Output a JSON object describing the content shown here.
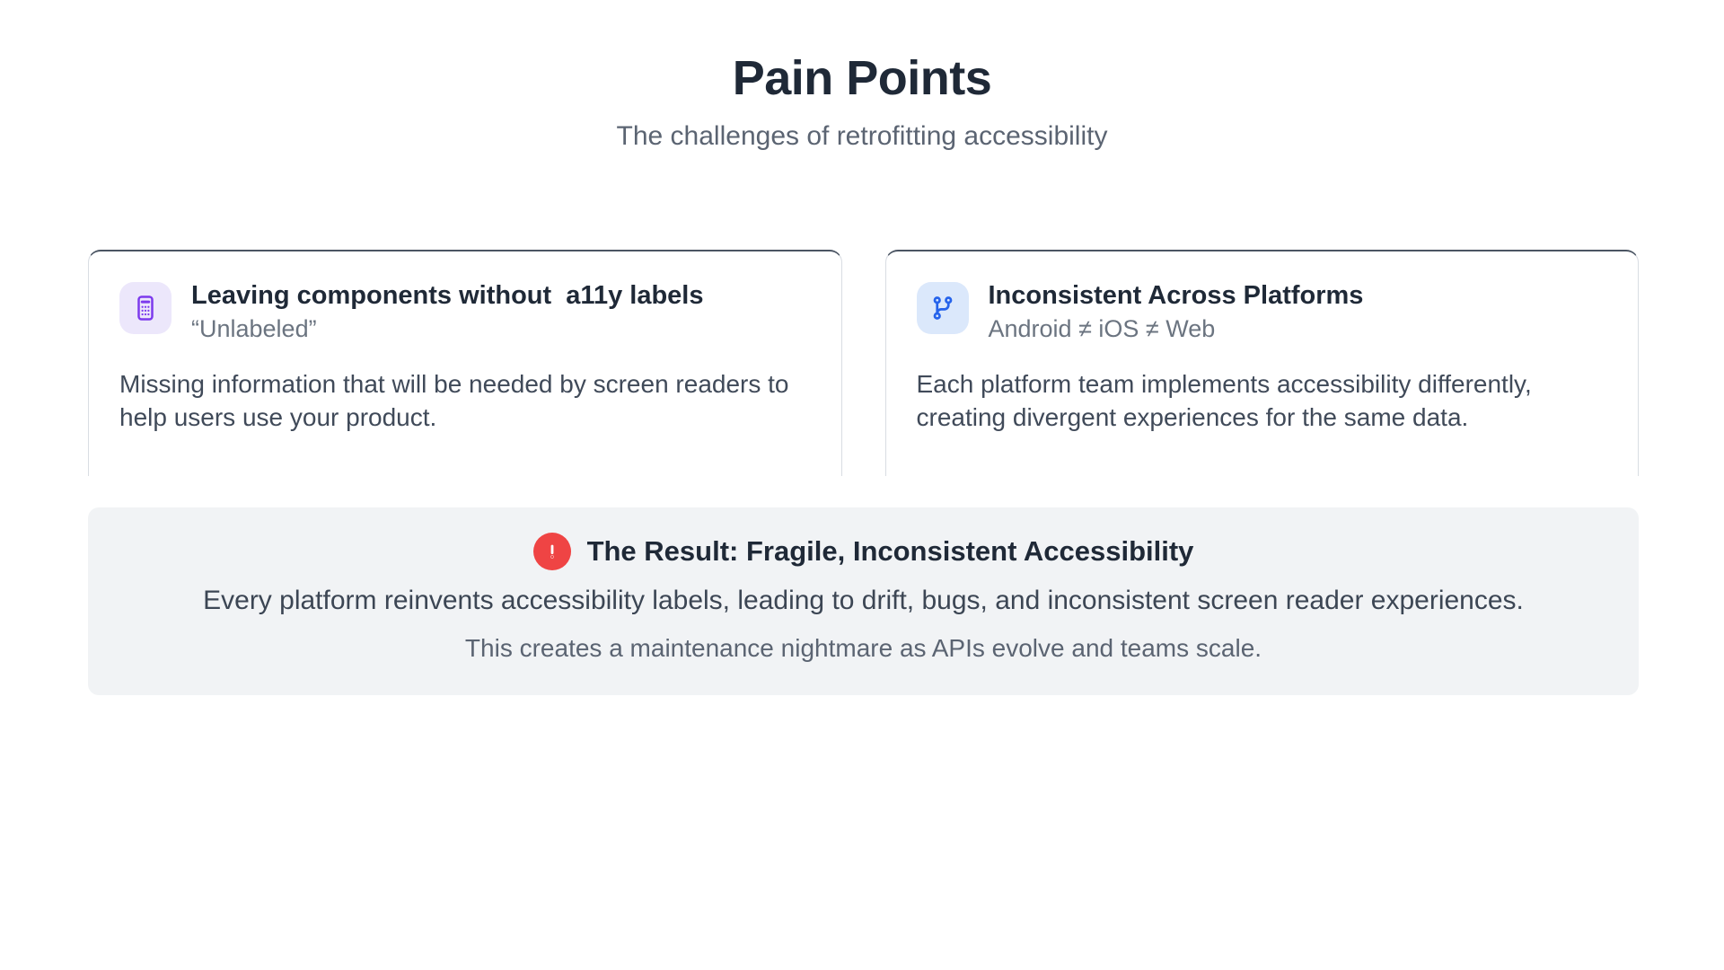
{
  "header": {
    "title": "Pain Points",
    "subtitle": "The challenges of retrofitting accessibility"
  },
  "colors": {
    "title": "#1f2937",
    "subtitle": "#5b6472",
    "purple_icon": "#7c3aed",
    "purple_icon_bg": "#ece7fb",
    "blue_icon": "#2563eb",
    "blue_icon_bg": "#dbe8fb",
    "alert_red": "#ef4444",
    "banner_bg": "#f1f3f5",
    "card_border": "#d9dde3",
    "card_top_border": "#4b5563",
    "page_bg": "#ffffff"
  },
  "cards": [
    {
      "icon": "calculator-icon",
      "title": "Leaving components without  a11y labels",
      "subtitle": "“Unlabeled”",
      "body": "Missing information that will be needed by screen readers to help users use your product."
    },
    {
      "icon": "git-branch-icon",
      "title": "Inconsistent Across Platforms",
      "subtitle": "Android ≠ iOS ≠ Web",
      "body": "Each platform team implements accessibility differently, creating divergent experiences for the same data."
    }
  ],
  "result_banner": {
    "icon": "alert-exclamation-icon",
    "title": "The Result: Fragile, Inconsistent Accessibility",
    "main_text": "Every platform reinvents accessibility labels, leading to drift, bugs, and inconsistent screen reader experiences.",
    "note_text": "This creates a maintenance nightmare as APIs evolve and teams scale."
  }
}
